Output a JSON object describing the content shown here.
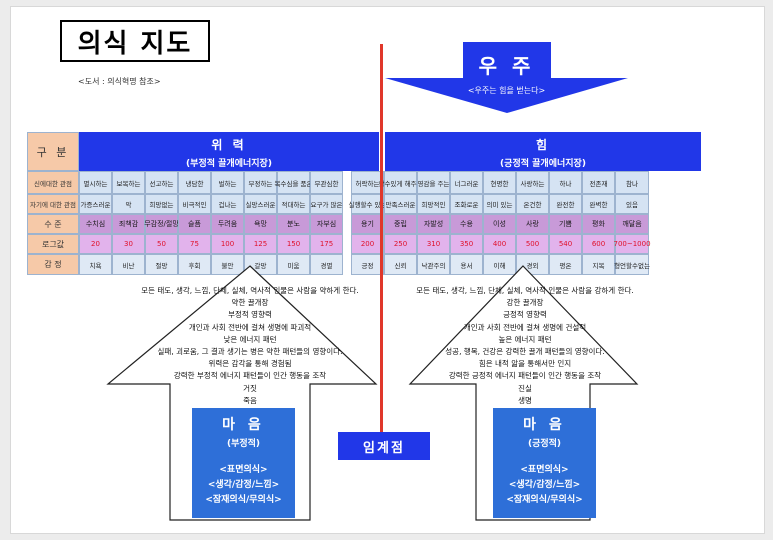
{
  "title": "의식 지도",
  "source": "<도서 : 의식혁명 참조>",
  "universe": {
    "title": "우 주",
    "subtitle": "<우주는 힘을 벋는다>"
  },
  "header": {
    "category_label": "구 분",
    "left_title": "위 력",
    "left_subtitle": "(부정적 끌개에너지장)",
    "right_title": "힘",
    "right_subtitle": "(긍정적 끌개에너지장)"
  },
  "table": {
    "row_labels": [
      "신에대한 관점",
      "자기에 대한 관점",
      "수 준",
      "로그값",
      "감 정"
    ],
    "god_view": [
      "멸시하는",
      "보복하는",
      "선고하는",
      "냉담한",
      "벌하는",
      "부정하는",
      "복수심을 품은",
      "무관심한",
      "허락하는",
      "할수있게 해주는",
      "영감을 주는",
      "너그러운",
      "현명한",
      "사랑하는",
      "하나",
      "전존재",
      "참나"
    ],
    "self_view": [
      "가증스러운",
      "악",
      "희망없는",
      "비극적인",
      "겁나는",
      "실망스러운",
      "적대하는",
      "요구가 많은",
      "실행할수 있는",
      "만족스러운",
      "희망적인",
      "조화로운",
      "의미 있는",
      "온건한",
      "완전한",
      "완벽한",
      "있음"
    ],
    "levels": [
      "수치심",
      "죄책감",
      "무감정/절망",
      "슬픔",
      "두려움",
      "욕망",
      "분노",
      "자부심",
      "용기",
      "중립",
      "자발성",
      "수용",
      "이성",
      "사랑",
      "기쁨",
      "평화",
      "깨달음"
    ],
    "log_values": [
      "20",
      "30",
      "50",
      "75",
      "100",
      "125",
      "150",
      "175",
      "200",
      "250",
      "310",
      "350",
      "400",
      "500",
      "540",
      "600",
      "700~1000"
    ],
    "emotions": [
      "치욕",
      "비난",
      "절망",
      "후회",
      "불안",
      "갈망",
      "미움",
      "경멸",
      "긍정",
      "신뢰",
      "낙관주의",
      "용서",
      "이해",
      "경외",
      "평온",
      "지복",
      "형언할수없는"
    ]
  },
  "left_info": [
    "모든 태도, 생각, 느낌, 단체, 실체, 역사적 인물은 사람을 약하게 한다.",
    "약한 끌개장",
    "부정적 영향력",
    "개인과 사회 전반에 걸쳐 생명에 파괴적",
    "낮은 에너지 패턴",
    "실패, 괴로움, 그 결과 생기는 병은 약한 패턴들의 영향이다.",
    "위력은 감각을 통해 경험됨",
    "강력한 부정적 에너지 패턴들이 인간 행동을 조작",
    "거짓",
    "죽음"
  ],
  "right_info": [
    "모든 태도, 생각, 느낌, 단체, 실체, 역사적 인물은 사람을 강하게 한다.",
    "강한 끌개장",
    "긍정적 영향력",
    "개인과 사회 전반에 걸쳐 생명에 건설적",
    "높은 에너지 패턴",
    "성공, 행복, 건강은 강력한 끌개 패턴들의 영향이다.",
    "힘은 내적 앎을 통해서만 인지",
    "강력한 긍정적 에너지 패턴들이 인간 행동을 조작",
    "진실",
    "생명"
  ],
  "mind_left": {
    "title": "마 음",
    "subtitle": "(부정적)",
    "lines": [
      "<표면의식>",
      "<생각/감정/느낌>",
      "<잠재의식/무의식>"
    ]
  },
  "mind_right": {
    "title": "마 음",
    "subtitle": "(긍정적)",
    "lines": [
      "<표면의식>",
      "<생각/감정/느낌>",
      "<잠재의식/무의식>"
    ]
  },
  "threshold": "임계점",
  "colors": {
    "header_blue": "#2137e8",
    "mind_blue": "#2e6fd8",
    "divider_red": "#e0372a",
    "label_peach": "#f6c9a8",
    "view_row_bg": "#d5e3f3",
    "level_row_bg": "#c89ad8",
    "log_row_bg": "#e2b3ec",
    "emotion_row_bg": "#dfe9f5",
    "log_text_red": "#e0102a"
  }
}
